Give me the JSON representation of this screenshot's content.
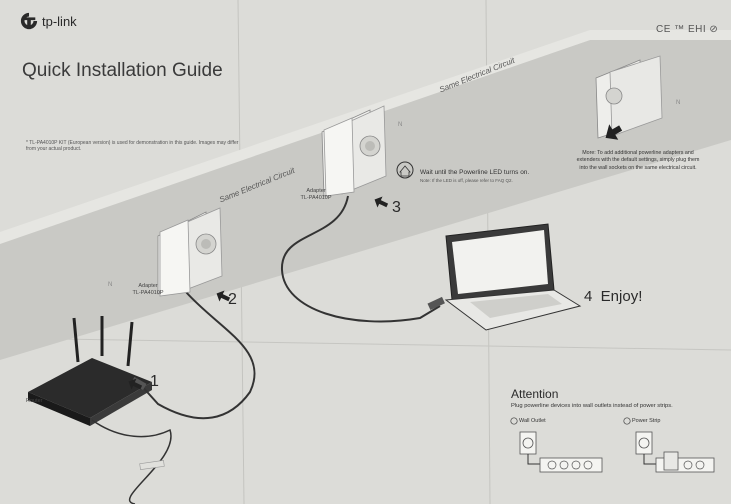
{
  "brand": {
    "logo_text": "tp-link"
  },
  "title": "Quick Installation Guide",
  "certification_marks": "CE ™ EHI ⊘",
  "footnote": "* TL-PA4010P KIT (European version) is used for demonstration in this guide. Images may differ from your actual product.",
  "circuit_labels": [
    "Same Electrical Circuit",
    "Same Electrical Circuit"
  ],
  "devices": {
    "router_label": "Router",
    "adapter_left_label": "Adapter\nTL-PA4010P",
    "adapter_right_label": "Adapter\nTL-PA4010P"
  },
  "steps": {
    "step1": "1",
    "step2": "2",
    "step3": "3",
    "step4": "4  Enjoy!"
  },
  "wait_text": "Wait until the Powerline LED turns on.",
  "wait_note": "Note: If the LED is off, please refer to FAQ Q2.",
  "more_text": "More: To add additional powerline adapters and extenders with the default settings, simply plug them into the wall sockets on the same electrical circuit.",
  "attention": {
    "title": "Attention",
    "text": "Plug powerline devices into wall outlets instead of power strips.",
    "wall_outlet": "Wall Outlet",
    "power_strip": "Power Strip"
  },
  "colors": {
    "paper": "#dcdcd8",
    "wall": "#c6c6c2",
    "ink": "#2a2a2a",
    "device": "#ebebe8"
  }
}
